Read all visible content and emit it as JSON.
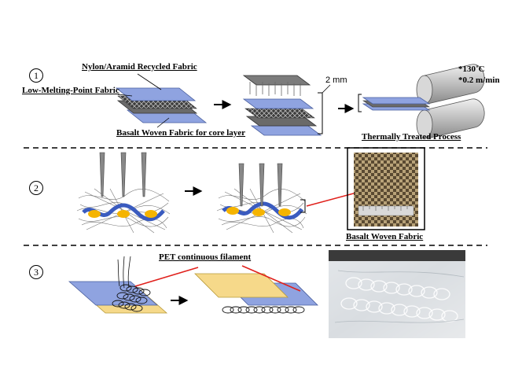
{
  "steps": [
    "1",
    "2",
    "3"
  ],
  "labels": {
    "nylon": "Nylon/Aramid  Recycled Fabric",
    "low_melting": "Low-Melting-Point Fabric",
    "basalt_core": "Basalt Woven Fabric for core layer",
    "thickness": "2 mm",
    "temperature": "*130˚C",
    "speed": "*0.2 m/min",
    "thermal": "Thermally  Treated Process",
    "basalt_woven": "Basalt Woven Fabric",
    "pet": "PET continuous filament"
  },
  "colors": {
    "blue_layer": "#8fa3e0",
    "yellow_layer": "#f6d98a",
    "basalt_layer": "#6a6a6a",
    "yellow_dot": "#f5b400",
    "blue_yarn": "#3a5bbf",
    "indicator_red": "#e0201b",
    "roller": "#c8c8c8"
  },
  "icons": [
    "arrow-right-icon",
    "needle-icon",
    "roller-icon",
    "bracket-icon"
  ]
}
